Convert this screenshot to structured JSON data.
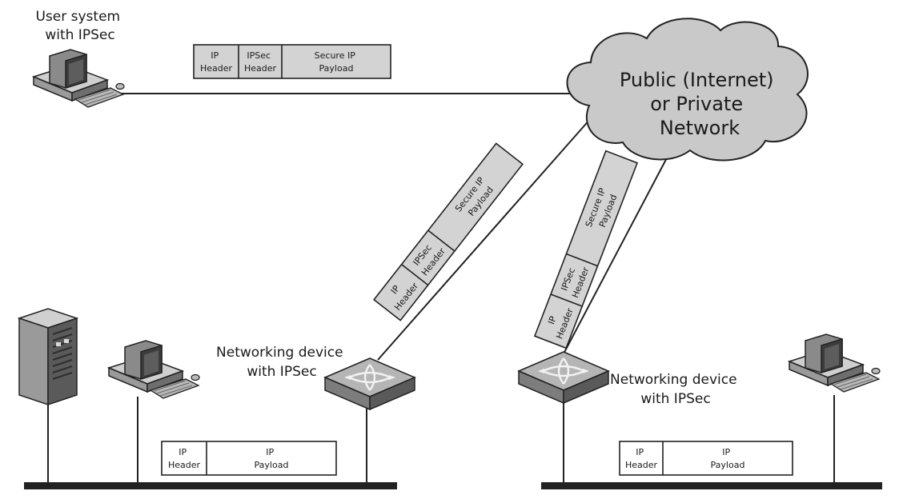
{
  "labels": {
    "user_system": [
      "User system",
      "with IPSec"
    ],
    "cloud": [
      "Public (Internet)",
      "or Private",
      "Network"
    ],
    "device_left": [
      "Networking device",
      "with IPSec"
    ],
    "device_right": [
      "Networking device",
      "with IPSec"
    ]
  },
  "packets": {
    "secure": {
      "ip_header": [
        "IP",
        "Header"
      ],
      "ipsec_header": [
        "IPSec",
        "Header"
      ],
      "payload": [
        "Secure IP",
        "Payload"
      ]
    },
    "plain": {
      "ip_header": [
        "IP",
        "Header"
      ],
      "payload": [
        "IP",
        "Payload"
      ]
    }
  },
  "colors": {
    "secure_packet_fill": "#d3d3d3",
    "cloud_fill": "#c9c9c9",
    "line": "#222222"
  },
  "icons": [
    "workstation-icon",
    "server-tower-icon",
    "router-icon",
    "cloud-icon"
  ]
}
